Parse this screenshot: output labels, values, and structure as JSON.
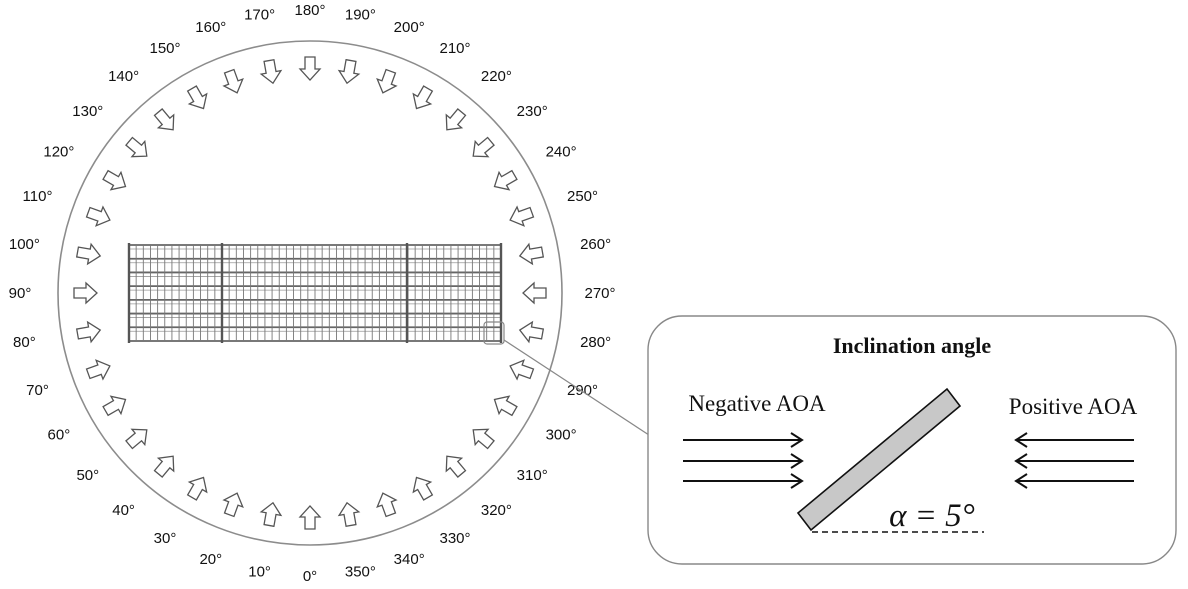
{
  "wind_directions": {
    "labels": [
      "0°",
      "10°",
      "20°",
      "30°",
      "40°",
      "50°",
      "60°",
      "70°",
      "80°",
      "90°",
      "100°",
      "110°",
      "120°",
      "130°",
      "140°",
      "150°",
      "160°",
      "170°",
      "180°",
      "190°",
      "200°",
      "210°",
      "220°",
      "230°",
      "240°",
      "250°",
      "260°",
      "270°",
      "280°",
      "290°",
      "300°",
      "310°",
      "320°",
      "330°",
      "340°",
      "350°"
    ]
  },
  "inset": {
    "title": "Inclination angle",
    "negative_label": "Negative AOA",
    "positive_label": "Positive AOA",
    "angle_label": "α = 5°"
  },
  "colors": {
    "stroke": "#111111",
    "circle": "#8c8c8c",
    "grid": "#666666",
    "plate_fill": "#c8c8c8"
  }
}
